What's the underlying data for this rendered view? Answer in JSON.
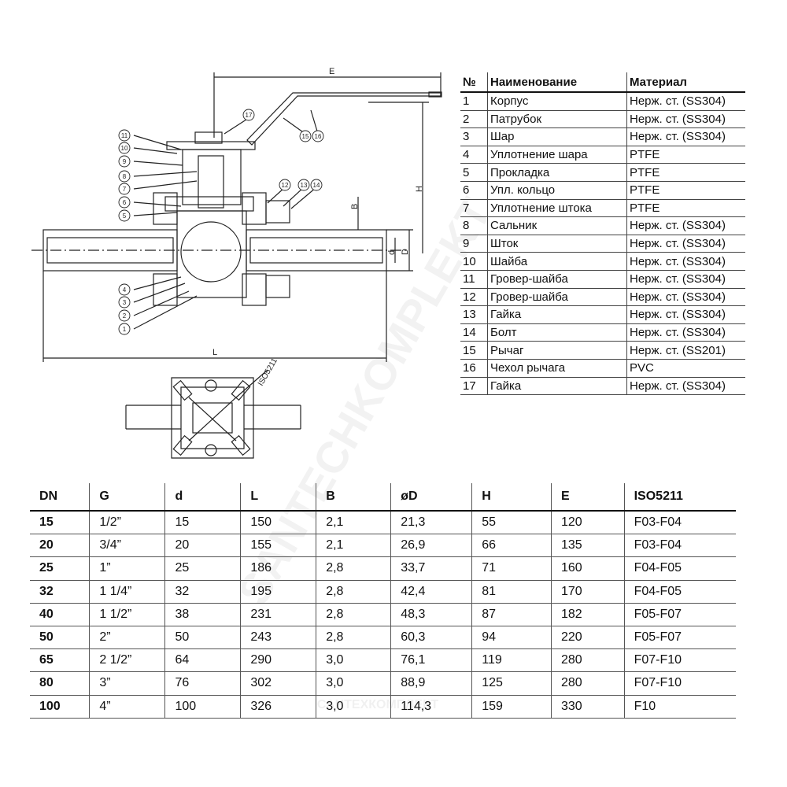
{
  "drawing": {
    "dim_labels": {
      "E": "E",
      "H": "H",
      "B": "B",
      "d": "d",
      "D": "D",
      "L": "L",
      "iso": "ISO5211"
    },
    "callouts": [
      "1",
      "2",
      "3",
      "4",
      "5",
      "6",
      "7",
      "8",
      "9",
      "10",
      "11",
      "12",
      "13",
      "14",
      "15",
      "16",
      "17"
    ]
  },
  "watermark": {
    "text": "SANTECHKOMPLEKT",
    "footer_text": "САНТЕХКОМПЛЕКТ"
  },
  "parts_table": {
    "headers": [
      "№",
      "Наименование",
      "Материал"
    ],
    "rows": [
      [
        "1",
        "Корпус",
        "Нерж. ст. (SS304)"
      ],
      [
        "2",
        "Патрубок",
        "Нерж. ст. (SS304)"
      ],
      [
        "3",
        "Шар",
        "Нерж. ст. (SS304)"
      ],
      [
        "4",
        "Уплотнение шара",
        "PTFE"
      ],
      [
        "5",
        "Прокладка",
        "PTFE"
      ],
      [
        "6",
        "Упл. кольцо",
        "PTFE"
      ],
      [
        "7",
        "Уплотнение штока",
        "PTFE"
      ],
      [
        "8",
        "Сальник",
        "Нерж. ст. (SS304)"
      ],
      [
        "9",
        "Шток",
        "Нерж. ст. (SS304)"
      ],
      [
        "10",
        "Шайба",
        "Нерж. ст. (SS304)"
      ],
      [
        "11",
        "Гровер-шайба",
        "Нерж. ст. (SS304)"
      ],
      [
        "12",
        "Гровер-шайба",
        "Нерж. ст. (SS304)"
      ],
      [
        "13",
        "Гайка",
        "Нерж. ст. (SS304)"
      ],
      [
        "14",
        "Болт",
        "Нерж. ст. (SS304)"
      ],
      [
        "15",
        "Рычаг",
        "Нерж. ст. (SS201)"
      ],
      [
        "16",
        "Чехол рычага",
        "PVC"
      ],
      [
        "17",
        "Гайка",
        "Нерж. ст. (SS304)"
      ]
    ]
  },
  "dims_table": {
    "headers": [
      "DN",
      "G",
      "d",
      "L",
      "B",
      "øD",
      "H",
      "E",
      "ISO5211"
    ],
    "rows": [
      [
        "15",
        "1/2”",
        "15",
        "150",
        "2,1",
        "21,3",
        "55",
        "120",
        "F03-F04"
      ],
      [
        "20",
        "3/4”",
        "20",
        "155",
        "2,1",
        "26,9",
        "66",
        "135",
        "F03-F04"
      ],
      [
        "25",
        "1”",
        "25",
        "186",
        "2,8",
        "33,7",
        "71",
        "160",
        "F04-F05"
      ],
      [
        "32",
        "1 1/4”",
        "32",
        "195",
        "2,8",
        "42,4",
        "81",
        "170",
        "F04-F05"
      ],
      [
        "40",
        "1 1/2”",
        "38",
        "231",
        "2,8",
        "48,3",
        "87",
        "182",
        "F05-F07"
      ],
      [
        "50",
        "2”",
        "50",
        "243",
        "2,8",
        "60,3",
        "94",
        "220",
        "F05-F07"
      ],
      [
        "65",
        "2 1/2”",
        "64",
        "290",
        "3,0",
        "76,1",
        "119",
        "280",
        "F07-F10"
      ],
      [
        "80",
        "3”",
        "76",
        "302",
        "3,0",
        "88,9",
        "125",
        "280",
        "F07-F10"
      ],
      [
        "100",
        "4”",
        "100",
        "326",
        "3,0",
        "114,3",
        "159",
        "330",
        "F10"
      ]
    ]
  }
}
